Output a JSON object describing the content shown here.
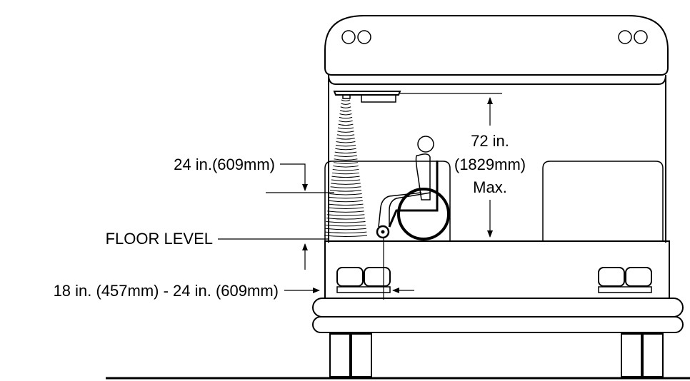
{
  "diagram": {
    "labels": {
      "height_72_line1": "72 in.",
      "height_72_line2": "(1829mm)",
      "height_72_line3": "Max.",
      "reach_24": "24 in.(609mm)",
      "floor_level": "FLOOR LEVEL",
      "floor_height_range": "18 in. (457mm) - 24 in. (609mm)"
    },
    "colors": {
      "stroke": "#000000",
      "background": "#ffffff"
    }
  }
}
